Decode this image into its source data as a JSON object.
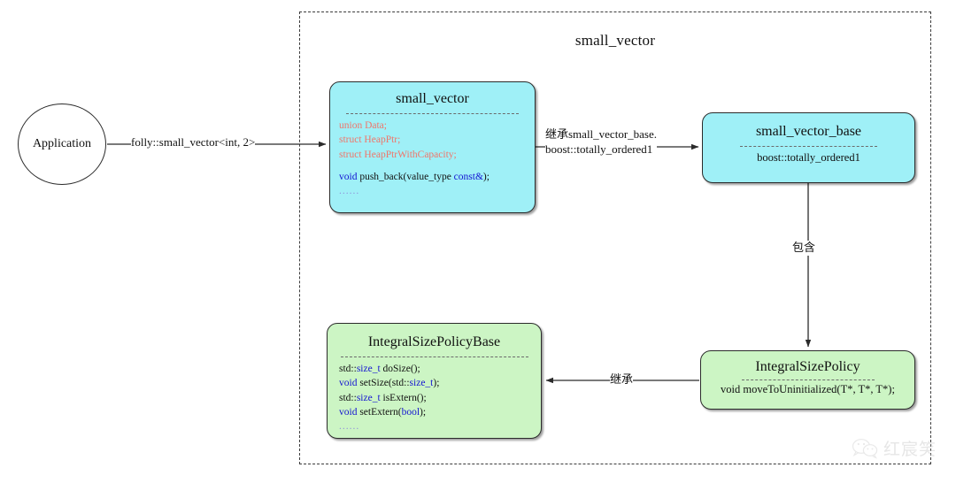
{
  "diagram": {
    "package_title": "small_vector",
    "actor": {
      "label": "Application"
    },
    "boxes": {
      "small_vector": {
        "name": "small_vector",
        "members": [
          {
            "text": "union Data;",
            "style": "red"
          },
          {
            "text": "struct HeapPtr;",
            "style": "red"
          },
          {
            "text": "struct HeapPtrWithCapacity;",
            "style": "red"
          },
          {
            "text": "",
            "style": "blank"
          },
          {
            "text": "void push_back(value_type const&);",
            "style": "mixed"
          },
          {
            "text": "......",
            "style": "dots"
          }
        ],
        "m0": "union Data;",
        "m1": "struct HeapPtr;",
        "m2": "struct HeapPtrWithCapacity;",
        "m4_kw": "void",
        "m4_mid": " push_back(value_type ",
        "m4_kw2": "const&",
        "m4_end": ");",
        "m5": "......"
      },
      "small_vector_base": {
        "name": "small_vector_base",
        "detail": "boost::totally_ordered1"
      },
      "integral_size_policy_base": {
        "name": "IntegralSizePolicyBase",
        "l0_a": "std::",
        "l0_b": "size_t",
        "l0_c": " doSize();",
        "l1_a": "void",
        "l1_b": " setSize(std::",
        "l1_c": "size_t",
        "l1_d": ");",
        "l2_a": "std::",
        "l2_b": "size_t",
        "l2_c": " isExtern();",
        "l3_a": "void",
        "l3_b": " setExtern(",
        "l3_c": "bool",
        "l3_d": ");",
        "l4": "......"
      },
      "integral_size_policy": {
        "name": "IntegralSizePolicy",
        "detail": "void moveToUninitialized(T*, T*, T*);"
      }
    },
    "edges": {
      "app_to_small_vector": "folly::small_vector<int, 2>",
      "inherit_base_line1": "继承small_vector_base.",
      "inherit_base_line2": "boost::totally_ordered1",
      "contains": "包含",
      "inherit": "继承"
    },
    "watermark": {
      "text": "红宸笑"
    },
    "colors": {
      "cyan_fill": "#9ff0f7",
      "green_fill": "#ccf5c4",
      "stroke": "#2b2b2b",
      "keyword_blue": "#1414d2",
      "type_red": "#f0756a"
    }
  }
}
